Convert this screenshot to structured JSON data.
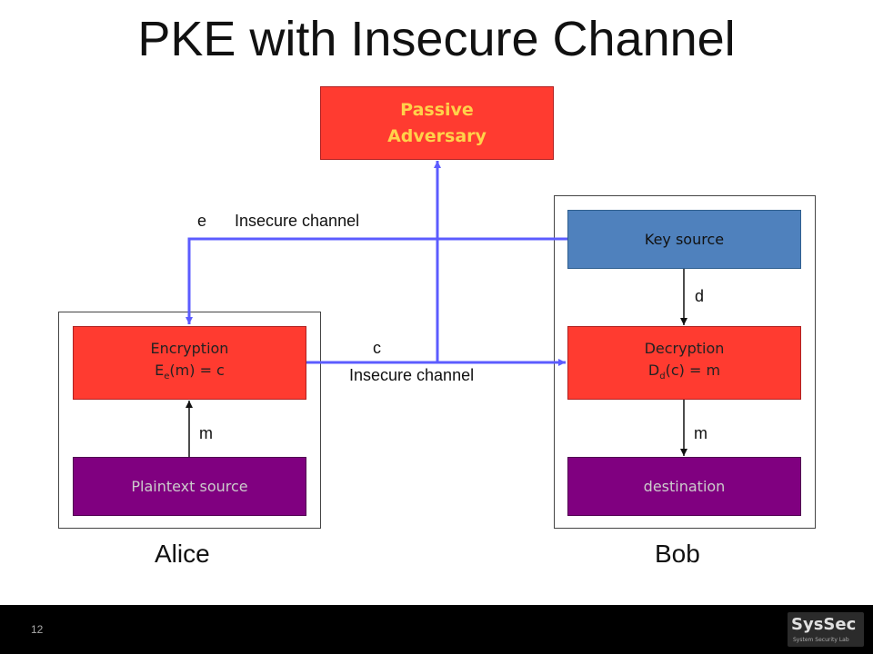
{
  "slide": {
    "title": "PKE with Insecure Channel",
    "page_number": "12"
  },
  "adversary": {
    "line1": "Passive",
    "line2": "Adversary"
  },
  "alice": {
    "label": "Alice",
    "encryption": {
      "name": "Encryption",
      "formula_pre": "E",
      "formula_sub": "e",
      "formula_post": "(m) = c"
    },
    "plaintext_source": "Plaintext source",
    "m_label": "m"
  },
  "bob": {
    "label": "Bob",
    "key_source": "Key source",
    "d_label": "d",
    "decryption": {
      "name": "Decryption",
      "formula_pre": "D",
      "formula_sub": "d",
      "formula_post": "(c) = m"
    },
    "m_label": "m",
    "destination": "destination"
  },
  "channels": {
    "e_label": "e",
    "e_channel": "Insecure channel",
    "c_label": "c",
    "c_channel": "Insecure channel"
  },
  "logo": {
    "main": "SysSec",
    "sub": "System Security Lab"
  },
  "colors": {
    "red_box": "#ff3b30",
    "purple_box": "#800080",
    "blue_box": "#4f81bd",
    "channel_line": "#5c5cff",
    "adversary_text": "#ffd24a"
  }
}
